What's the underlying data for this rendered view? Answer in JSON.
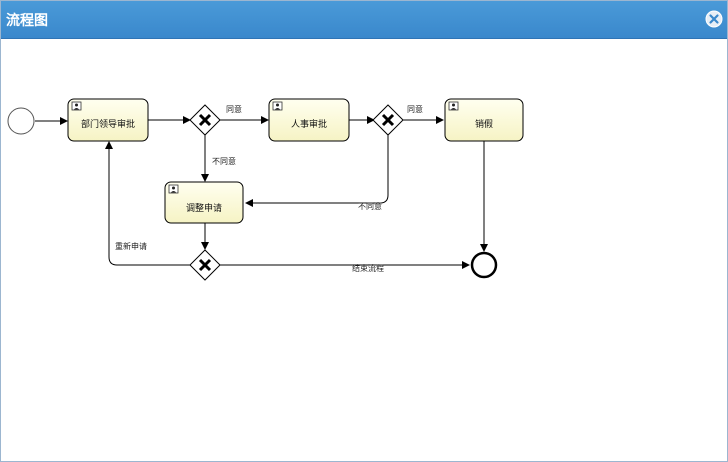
{
  "window": {
    "title": "流程图",
    "close_icon": "close-circle-icon"
  },
  "diagram": {
    "tasks": [
      {
        "id": "dept",
        "label": "部门领导审批",
        "icon": "user-task-icon"
      },
      {
        "id": "hr",
        "label": "人事审批",
        "icon": "user-task-icon"
      },
      {
        "id": "cancel",
        "label": "销假",
        "icon": "user-task-icon"
      },
      {
        "id": "adjust",
        "label": "调整申请",
        "icon": "user-task-icon"
      }
    ],
    "flows": {
      "agree1": "同意",
      "agree2": "同意",
      "disagree1": "不同意",
      "disagree2": "不同意",
      "reapply": "重新申请",
      "end": "结束流程"
    },
    "colors": {
      "task_fill": "#fefdd8",
      "line": "#000000",
      "title_bar": "#3a88cc"
    }
  }
}
